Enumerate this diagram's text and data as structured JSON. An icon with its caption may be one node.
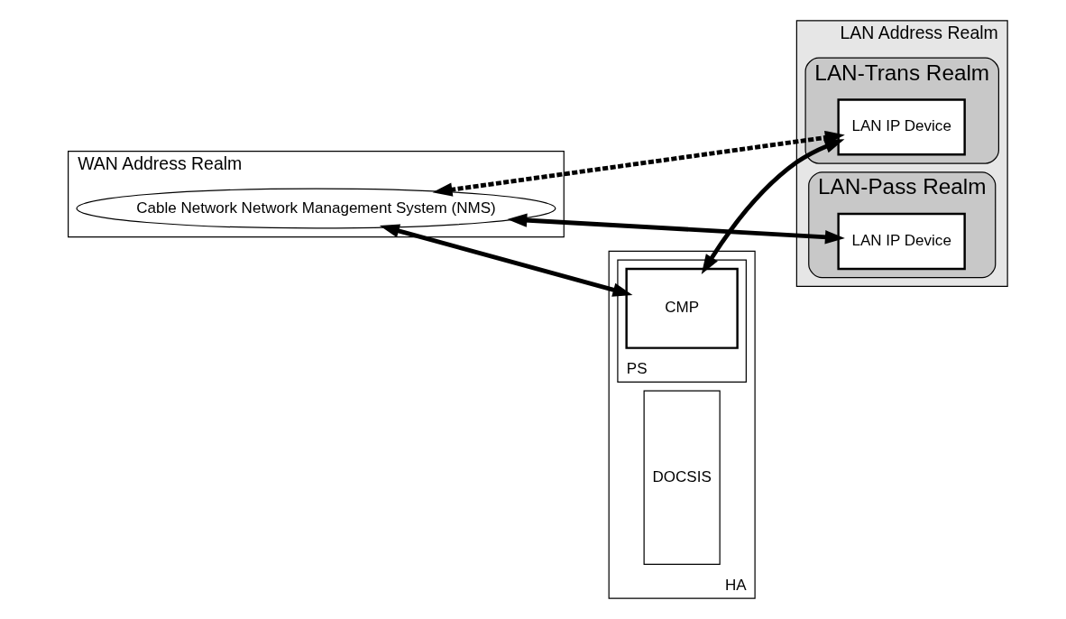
{
  "diagram": {
    "nodes": [
      {
        "text": [
          "WAN Address Realm"
        ]
      },
      {
        "text": [
          "LAN Address Realm"
        ]
      },
      {
        "text": [
          "Cable Network Network Management System (NMS)"
        ],
        "in": 0
      },
      {
        "text": [
          "HA"
        ]
      },
      {
        "text": [
          "DOCSIS"
        ],
        "in": 3
      },
      {
        "text": [
          "PS"
        ],
        "in": 3
      },
      {
        "text": [
          "CMP"
        ],
        "in": 5
      },
      {
        "text": [
          "LAN-Trans Realm"
        ],
        "in": 1
      },
      {
        "text": [
          "LAN IP Device"
        ],
        "in": 7
      },
      {
        "text": [
          "LAN-Pass Realm"
        ],
        "in": 1
      },
      {
        "text": [
          "LAN IP Device"
        ],
        "in": 9
      }
    ],
    "edges": [
      {
        "from": 2,
        "to": 8,
        "arrow": "both",
        "style": "dashed"
      },
      {
        "from": 2,
        "to": 6,
        "arrow": "both"
      },
      {
        "from": 6,
        "to": 8,
        "arrow": "both"
      },
      {
        "from": 2,
        "to": 10,
        "arrow": "both"
      }
    ]
  }
}
